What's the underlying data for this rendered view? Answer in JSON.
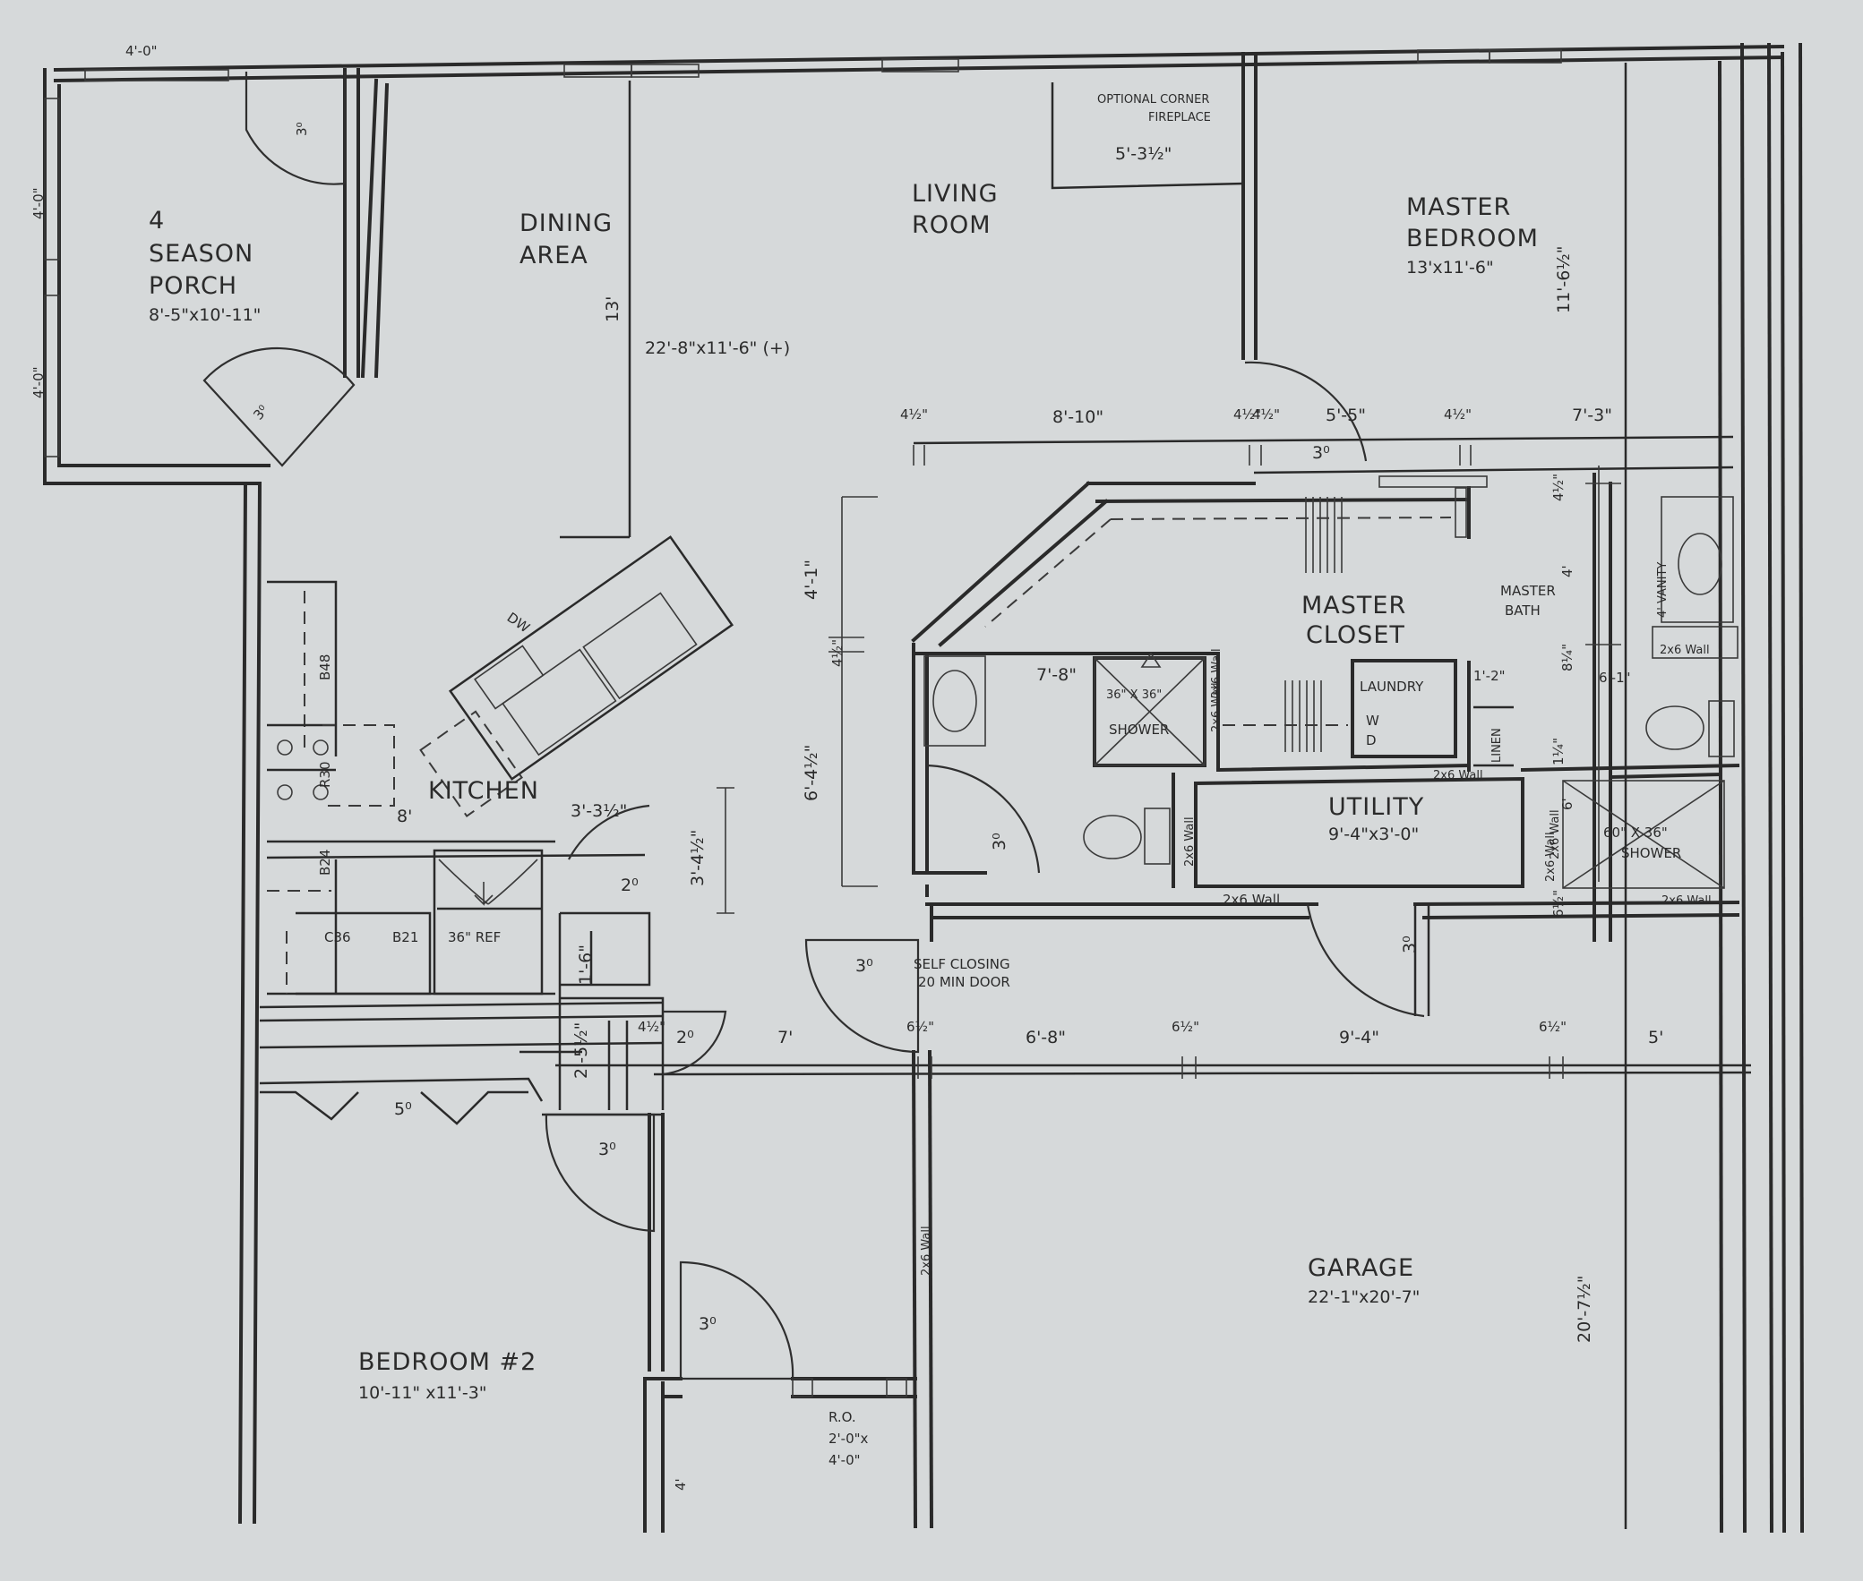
{
  "rooms": {
    "porch": {
      "line1": "4",
      "line2": "SEASON",
      "line3": "PORCH",
      "size": "8'-5\"x10'-11\""
    },
    "dining": {
      "line1": "DINING",
      "line2": "AREA"
    },
    "living": {
      "line1": "LIVING",
      "line2": "ROOM",
      "size": "22'-8\"x11'-6\" (+)"
    },
    "fireplace": {
      "line1": "OPTIONAL CORNER",
      "line2": "FIREPLACE",
      "size": "5'-3½\""
    },
    "master_bedroom": {
      "line1": "MASTER",
      "line2": "BEDROOM",
      "size": "13'x11'-6\"",
      "depth": "11'-6½\""
    },
    "master_closet": {
      "line1": "MASTER",
      "line2": "CLOSET"
    },
    "master_bath": {
      "line1": "MASTER",
      "line2": "BATH"
    },
    "laundry": {
      "label": "LAUNDRY",
      "w": "W",
      "d": "D"
    },
    "utility": {
      "label": "UTILITY",
      "size": "9'-4\"x3'-0\""
    },
    "kitchen": {
      "label": "KITCHEN"
    },
    "bedroom2": {
      "label": "BEDROOM #2",
      "size": "10'-11\" x11'-3\""
    },
    "garage": {
      "label": "GARAGE",
      "size": "22'-1\"x20'-7\"",
      "depth": "20'-7½\""
    }
  },
  "fixtures": {
    "dw": "DW",
    "b48": "B48",
    "r30": "R30",
    "b24": "B24",
    "c36": "C36",
    "b21": "B21",
    "ref": "36\" REF",
    "shower1": "36\" X 36\"",
    "shower1_label": "SHOWER",
    "shower2": "60\" X 36\"",
    "shower2_label": "SHOWER",
    "vanity": "4' VANITY",
    "linen": "LINEN"
  },
  "walls": {
    "w2x6_1": "2x6 Wall",
    "w2x6_2": "2x6 Wall",
    "w2x6_3": "2x6 Wall",
    "w2x6_4": "2x6 Wall",
    "w2x6_5": "2x6 Wall",
    "w2x6_6": "2x6 Wall",
    "w2x6_7": "2x6 Wall",
    "w2x6_8": "2x6 Wall"
  },
  "notes": {
    "self_closing_1": "SELF CLOSING",
    "self_closing_2": "20 MIN DOOR",
    "ro_1": "R.O.",
    "ro_2": "2'-0\"x",
    "ro_3": "4'-0\""
  },
  "doors": {
    "porch_top": "3⁰",
    "porch_side": "3⁰",
    "master": "3⁰",
    "bath": "3⁰",
    "self_closing": "3⁰",
    "utility": "3⁰",
    "pantry": "2⁰",
    "closet": "2⁰",
    "bedroom2": "3⁰",
    "bedroom2_closet": "5⁰",
    "exterior": "3⁰"
  },
  "dimensions": {
    "top_left": "4'-0\"",
    "porch_win1": "4'-0\"",
    "porch_win2": "4'-0\"",
    "dining_13": "13'",
    "d_4half_1": "4½\"",
    "d_8_10": "8'-10\"",
    "d_4half_2": "4½\"",
    "d_5_5": "5'-5\"",
    "d_4half_3": "4½\"",
    "d_7_3": "7'-3\"",
    "d_4half_4": "4½\"",
    "d_4_1": "4'-1\"",
    "d_4half_v": "4½\"",
    "d_6_4half": "6'-4½\"",
    "d_7_8": "7'-8\"",
    "d_2_6_wall": "2x6 Wall",
    "d_8": "8'",
    "d_3_3half": "3'-3½\"",
    "d_3_4half": "3'-4½\"",
    "d_1_6": "1'-6\"",
    "d_2_5half": "2'-5½\"",
    "d_4half_k": "4½\"",
    "d_7": "7'",
    "d_6half_1": "6½\"",
    "d_6_8": "6'-8\"",
    "d_6half_2": "6½\"",
    "d_9_4": "9'-4\"",
    "d_6half_3": "6½\"",
    "d_5": "5'",
    "d_1_2": "1'-2\"",
    "d_6_1": "6'-1\"",
    "d_8quarter": "8¼\"",
    "d_4": "4'",
    "d_1quarter": "1¼\"",
    "d_6_1b": "6'",
    "d_6half_4": "6½\"",
    "d_2x6_wall_v": "2x6 Wall",
    "d_bed4": "4'",
    "d_4half_mb": "4½\""
  }
}
